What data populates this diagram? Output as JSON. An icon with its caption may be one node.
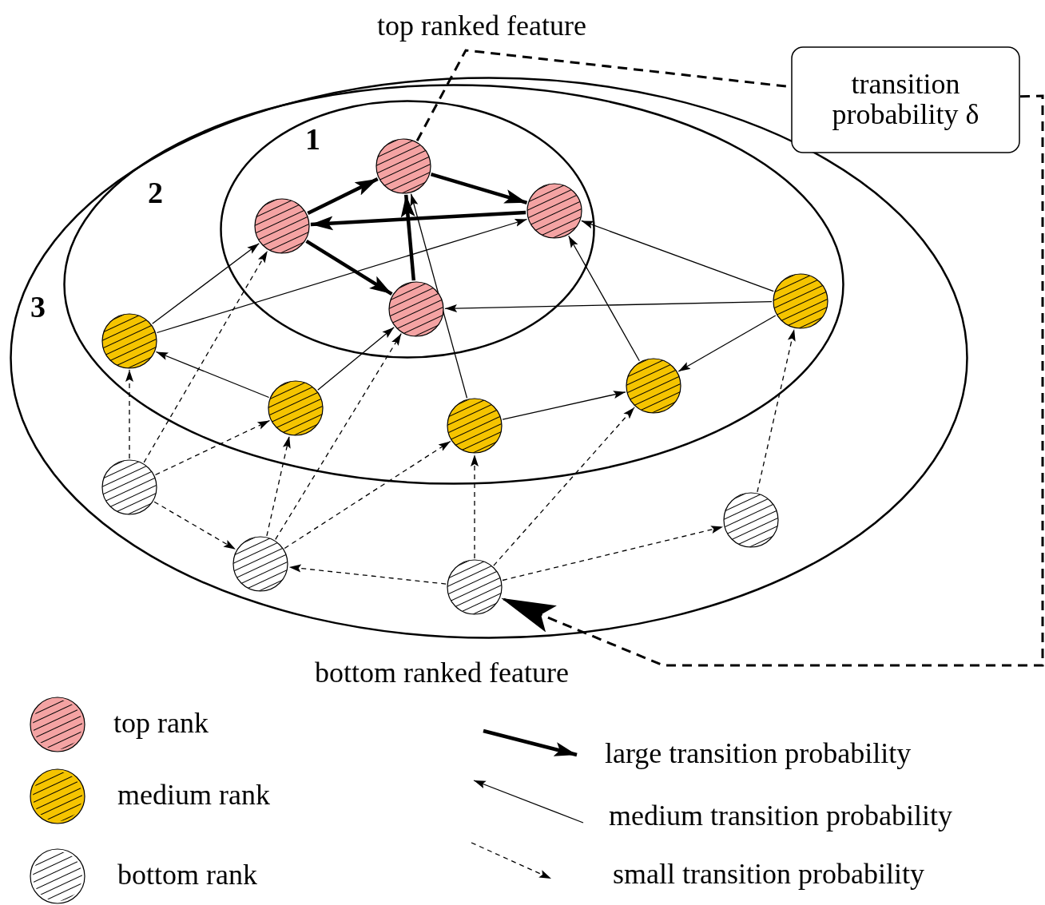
{
  "diagram": {
    "nodes": [
      {
        "text": [
          "3"
        ]
      },
      {
        "text": [
          "2"
        ],
        "in": 0
      },
      {
        "text": [
          "1"
        ],
        "in": 1
      },
      {
        "text": [],
        "shape": "circle",
        "in": 2
      },
      {
        "text": [],
        "shape": "circle",
        "in": 2
      },
      {
        "text": [],
        "shape": "circle",
        "in": 2
      },
      {
        "text": [],
        "shape": "circle",
        "in": 2
      },
      {
        "text": [],
        "shape": "circle",
        "in": 1
      },
      {
        "text": [],
        "shape": "circle",
        "in": 1
      },
      {
        "text": [],
        "shape": "circle",
        "in": 1
      },
      {
        "text": [],
        "shape": "circle",
        "in": 1
      },
      {
        "text": [],
        "shape": "circle",
        "in": 1
      },
      {
        "text": [],
        "shape": "circle",
        "in": 0
      },
      {
        "text": [],
        "shape": "circle",
        "in": 0
      },
      {
        "text": [],
        "shape": "circle",
        "in": 0
      },
      {
        "text": [],
        "shape": "circle",
        "in": 0
      },
      {
        "text": [
          "transition probability δ"
        ]
      }
    ],
    "edges": [
      {
        "from": 4,
        "to": 3,
        "arrow": "to",
        "style": "thick"
      },
      {
        "from": 3,
        "to": 5,
        "arrow": "to",
        "style": "thick"
      },
      {
        "from": 5,
        "to": 4,
        "arrow": "to",
        "style": "thick"
      },
      {
        "from": 4,
        "to": 6,
        "arrow": "to",
        "style": "thick"
      },
      {
        "from": 6,
        "to": 3,
        "arrow": "to",
        "style": "thick"
      },
      {
        "from": 7,
        "to": 4,
        "arrow": "to"
      },
      {
        "from": 7,
        "to": 5,
        "arrow": "to"
      },
      {
        "from": 8,
        "to": 7,
        "arrow": "to"
      },
      {
        "from": 8,
        "to": 6,
        "arrow": "to"
      },
      {
        "from": 9,
        "to": 3,
        "arrow": "to"
      },
      {
        "from": 9,
        "to": 10,
        "arrow": "to"
      },
      {
        "from": 10,
        "to": 5,
        "arrow": "to"
      },
      {
        "from": 11,
        "to": 6,
        "arrow": "to"
      },
      {
        "from": 11,
        "to": 5,
        "arrow": "to"
      },
      {
        "from": 11,
        "to": 10,
        "arrow": "to"
      },
      {
        "from": 12,
        "to": 7,
        "arrow": "to",
        "style": "dashed"
      },
      {
        "from": 12,
        "to": 4,
        "arrow": "to",
        "style": "dashed"
      },
      {
        "from": 12,
        "to": 8,
        "arrow": "to",
        "style": "dashed"
      },
      {
        "from": 12,
        "to": 13,
        "arrow": "to",
        "style": "dashed"
      },
      {
        "from": 13,
        "to": 8,
        "arrow": "to",
        "style": "dashed"
      },
      {
        "from": 13,
        "to": 6,
        "arrow": "to",
        "style": "dashed"
      },
      {
        "from": 13,
        "to": 9,
        "arrow": "to",
        "style": "dashed"
      },
      {
        "from": 14,
        "to": 13,
        "arrow": "to",
        "style": "dashed"
      },
      {
        "from": 14,
        "to": 9,
        "arrow": "to",
        "style": "dashed"
      },
      {
        "from": 14,
        "to": 10,
        "arrow": "to",
        "style": "dashed"
      },
      {
        "from": 14,
        "to": 15,
        "arrow": "to",
        "style": "dashed"
      },
      {
        "from": 15,
        "to": 11,
        "arrow": "to",
        "style": "dashed"
      },
      {
        "from": 3,
        "to": 16,
        "arrow": "none",
        "style": "dashed"
      },
      {
        "from": 16,
        "to": 14,
        "arrow": "to",
        "style": "dashed"
      }
    ],
    "labels": [
      "top ranked feature",
      "bottom ranked feature"
    ],
    "legend": [
      {
        "text": "top rank",
        "color": "#f4a3a3"
      },
      {
        "text": "medium rank",
        "color": "#f5c400"
      },
      {
        "text": "bottom rank"
      },
      {
        "text": "large transition probability"
      },
      {
        "text": "medium transition probability"
      },
      {
        "text": "small transition probability"
      }
    ]
  }
}
